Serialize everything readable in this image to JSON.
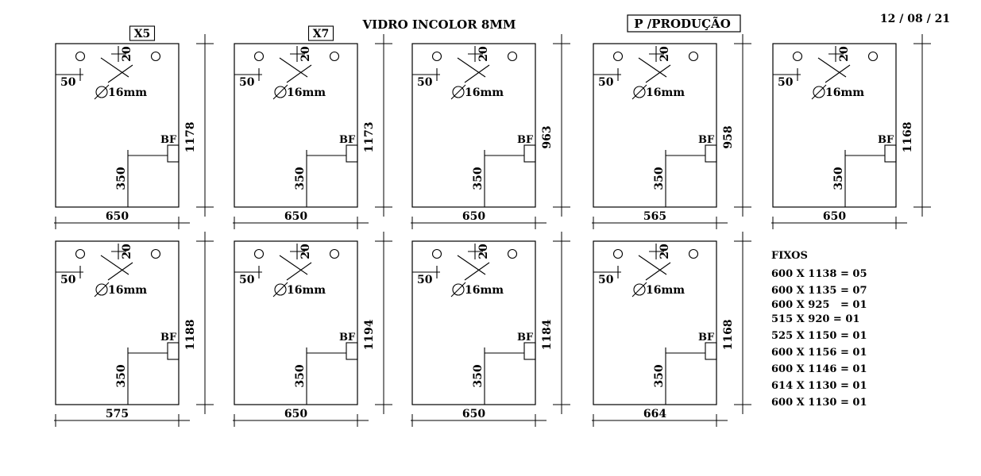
{
  "title": "VIDRO INCOLOR 8MM",
  "date": "12 / 08 / 21",
  "production_label": "P /PRODUÇÃO",
  "colors": {
    "line": "#000000",
    "background": "#ffffff"
  },
  "panel_labels": {
    "hole_offset": "20",
    "side_offset": "50",
    "hole_diameter": "16mm",
    "lock_label": "BF",
    "lock_height": "350"
  },
  "panels": [
    {
      "id": "p1",
      "width": "650",
      "height": "1178",
      "tag": "X5"
    },
    {
      "id": "p2",
      "width": "650",
      "height": "1173",
      "tag": "X7"
    },
    {
      "id": "p3",
      "width": "650",
      "height": "963",
      "tag": ""
    },
    {
      "id": "p4",
      "width": "565",
      "height": "958",
      "tag": ""
    },
    {
      "id": "p5",
      "width": "650",
      "height": "1168",
      "tag": ""
    },
    {
      "id": "p6",
      "width": "575",
      "height": "1188",
      "tag": ""
    },
    {
      "id": "p7",
      "width": "650",
      "height": "1194",
      "tag": ""
    },
    {
      "id": "p8",
      "width": "650",
      "height": "1184",
      "tag": ""
    },
    {
      "id": "p9",
      "width": "664",
      "height": "1168",
      "tag": ""
    }
  ],
  "fixos": {
    "title": "FIXOS",
    "items": [
      "600 X 1138 = 05",
      "600 X 1135 = 07",
      "600 X 925   = 01",
      "515 X 920 = 01",
      "525 X 1150 = 01",
      "600 X 1156 = 01",
      "600 X 1146 = 01",
      "614 X 1130 = 01",
      "600 X 1130 = 01"
    ]
  }
}
